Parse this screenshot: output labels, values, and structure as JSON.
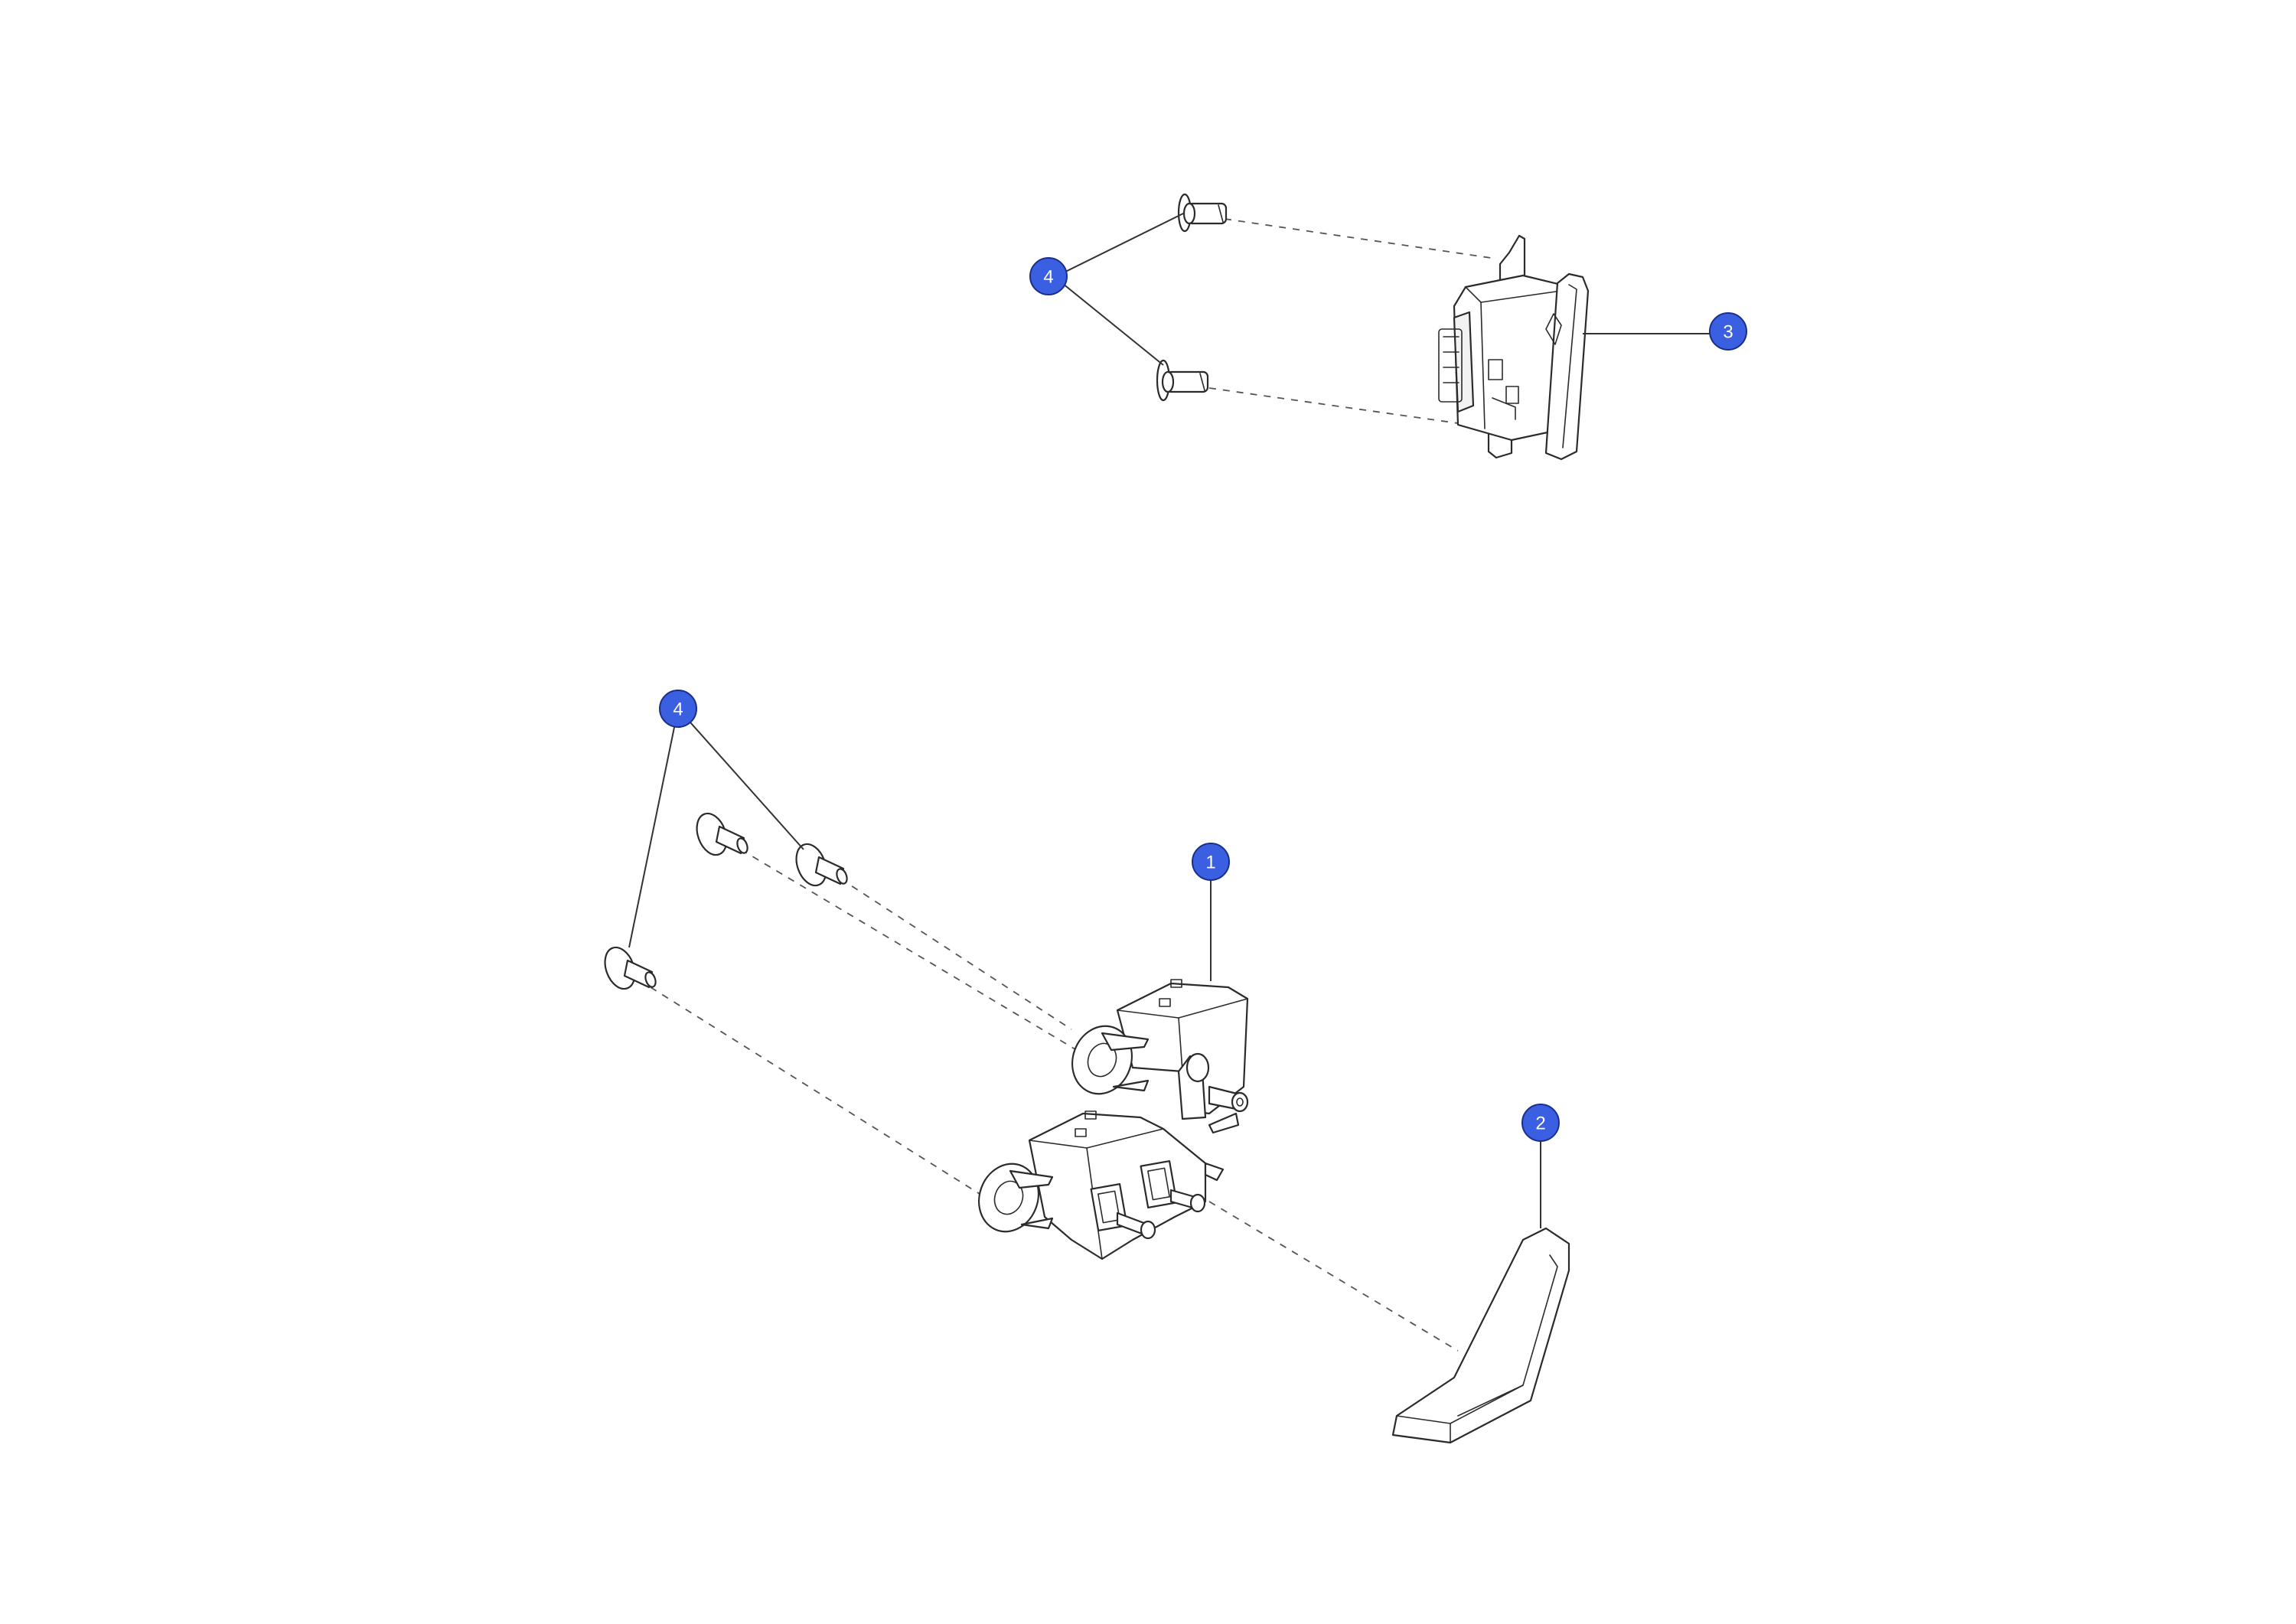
{
  "colors": {
    "callout_fill": "#3a5fe0",
    "background": "#ffffff",
    "line": "#2b2b2b"
  },
  "callouts": [
    {
      "id": "callout-1",
      "label": "1"
    },
    {
      "id": "callout-2",
      "label": "2"
    },
    {
      "id": "callout-3",
      "label": "3"
    },
    {
      "id": "callout-4-top",
      "label": "4"
    },
    {
      "id": "callout-4-bottom",
      "label": "4"
    }
  ]
}
